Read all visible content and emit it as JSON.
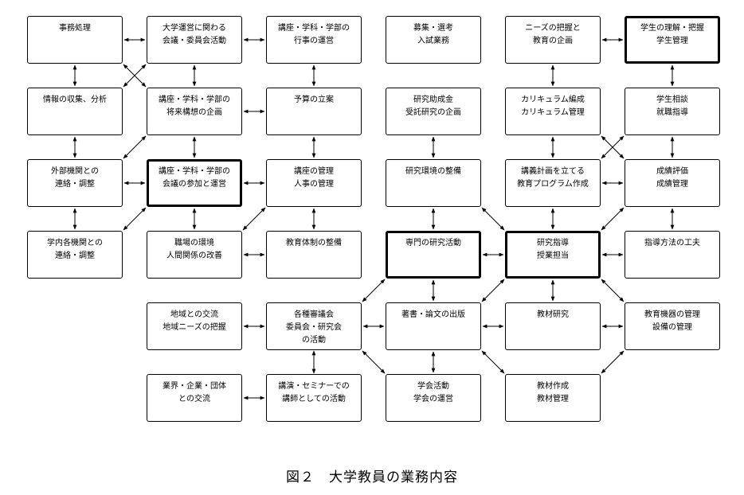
{
  "caption": "図２　大学教員の業務内容",
  "nodes": {
    "n_jimu": "事務処理",
    "n_kaigi": "大学運営に関わる\n会議・委員会活動",
    "n_gyoji": "講座・学科・学部の\n行事の運営",
    "n_boshu": "募集・選考\n入試業務",
    "n_needs": "ニーズの把握と\n教育の企画",
    "n_rikai": "学生の理解・把握\n学生管理",
    "n_joho": "情報の収集、分析",
    "n_shorai": "講座・学科・学部の\n将来構想の企画",
    "n_yosan": "予算の立案",
    "n_josei": "研究助成金\n受託研究の企画",
    "n_curri": "カリキュラム編成\nカリキュラム管理",
    "n_sodan": "学生相談\n就職指導",
    "n_gaibu": "外部機関との\n連絡・調整",
    "n_sanka": "講座・学科・学部の\n会議の参加と運営",
    "n_kanri": "講座の管理\n人事の管理",
    "n_kankyo": "研究環境の整備",
    "n_keikaku": "講義計画を立てる\n教育プログラム作成",
    "n_seiseki": "成績評価\n成績管理",
    "n_gakunai": "学内各機関との\n連絡・調整",
    "n_shokuba": "職場の環境\n人間関係の改善",
    "n_taisei": "教育体制の整備",
    "n_senmon": "専門の研究活動",
    "n_shido": "研究指導\n授業担当",
    "n_kufu": "指導方法の工夫",
    "n_chiiki": "地域との交流\n地域ニーズの把握",
    "n_shingi": "各種審議会\n委員会・研究会\nの活動",
    "n_chosho": "著書・論文の出版",
    "n_kyozai": "教材研究",
    "n_kiki": "教育機器の管理\n設備の管理",
    "n_gyokai": "業界・企業・団体\nとの交流",
    "n_koen": "講演・セミナーでの\n講師としての活動",
    "n_gakkai": "学会活動\n学会の運営",
    "n_sakusei": "教材作成\n教材管理"
  }
}
